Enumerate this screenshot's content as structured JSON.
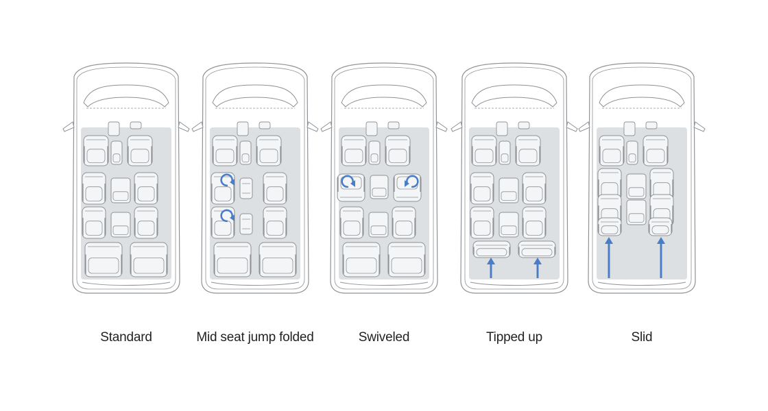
{
  "colors": {
    "body": "#ffffff",
    "outline": "#8e9196",
    "floor": "#dde0e3",
    "seat": "#f4f5f6",
    "arrow": "#4a7dc8",
    "text": "#222222"
  },
  "layouts": [
    {
      "id": "standard",
      "label": "Standard"
    },
    {
      "id": "jump",
      "label": "Mid seat jump folded"
    },
    {
      "id": "swivel",
      "label": "Swiveled"
    },
    {
      "id": "tip",
      "label": "Tipped up"
    },
    {
      "id": "slid",
      "label": "Slid"
    }
  ]
}
